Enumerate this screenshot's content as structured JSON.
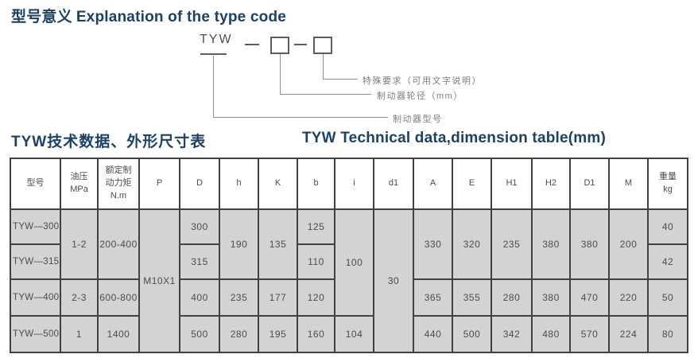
{
  "titles": {
    "section1_zh": "型号意义",
    "section1_en": "Explanation of the type code",
    "section2_zh": "TYW技术数据、外形尺寸表",
    "section2_en": "TYW Technical data,dimension table(mm)"
  },
  "diagram": {
    "prefix": "TYW",
    "label_special": "特殊要求（可用文字说明）",
    "label_wheel_diameter": "制动器轮径（mm）",
    "label_model": "制动器型号"
  },
  "table": {
    "headers": [
      "型号",
      "油压\nMPa",
      "额定制\n动力矩\nN.m",
      "P",
      "D",
      "h",
      "K",
      "b",
      "i",
      "d1",
      "A",
      "E",
      "H1",
      "H2",
      "D1",
      "M",
      "重量\nkg"
    ],
    "rows": [
      [
        "TYW—300",
        "1-2",
        "200-400",
        "M10X1",
        "300",
        "190",
        "135",
        "125",
        "100",
        "30",
        "330",
        "320",
        "235",
        "380",
        "380",
        "200",
        "40"
      ],
      [
        "TYW—315",
        "315",
        "110",
        "42"
      ],
      [
        "TYW—400",
        "2-3",
        "600-800",
        "400",
        "235",
        "177",
        "120",
        "365",
        "355",
        "280",
        "380",
        "470",
        "220",
        "50"
      ],
      [
        "TYW—500",
        "1",
        "1400",
        "500",
        "280",
        "195",
        "160",
        "104",
        "440",
        "500",
        "342",
        "480",
        "570",
        "224",
        "80"
      ]
    ]
  },
  "colors": {
    "accent_navy": "#1b4264",
    "cell_background": "#d3d3d1",
    "table_border": "#414141",
    "diagram_line": "#8f8f8f",
    "diagram_text": "#7c7c7c"
  }
}
